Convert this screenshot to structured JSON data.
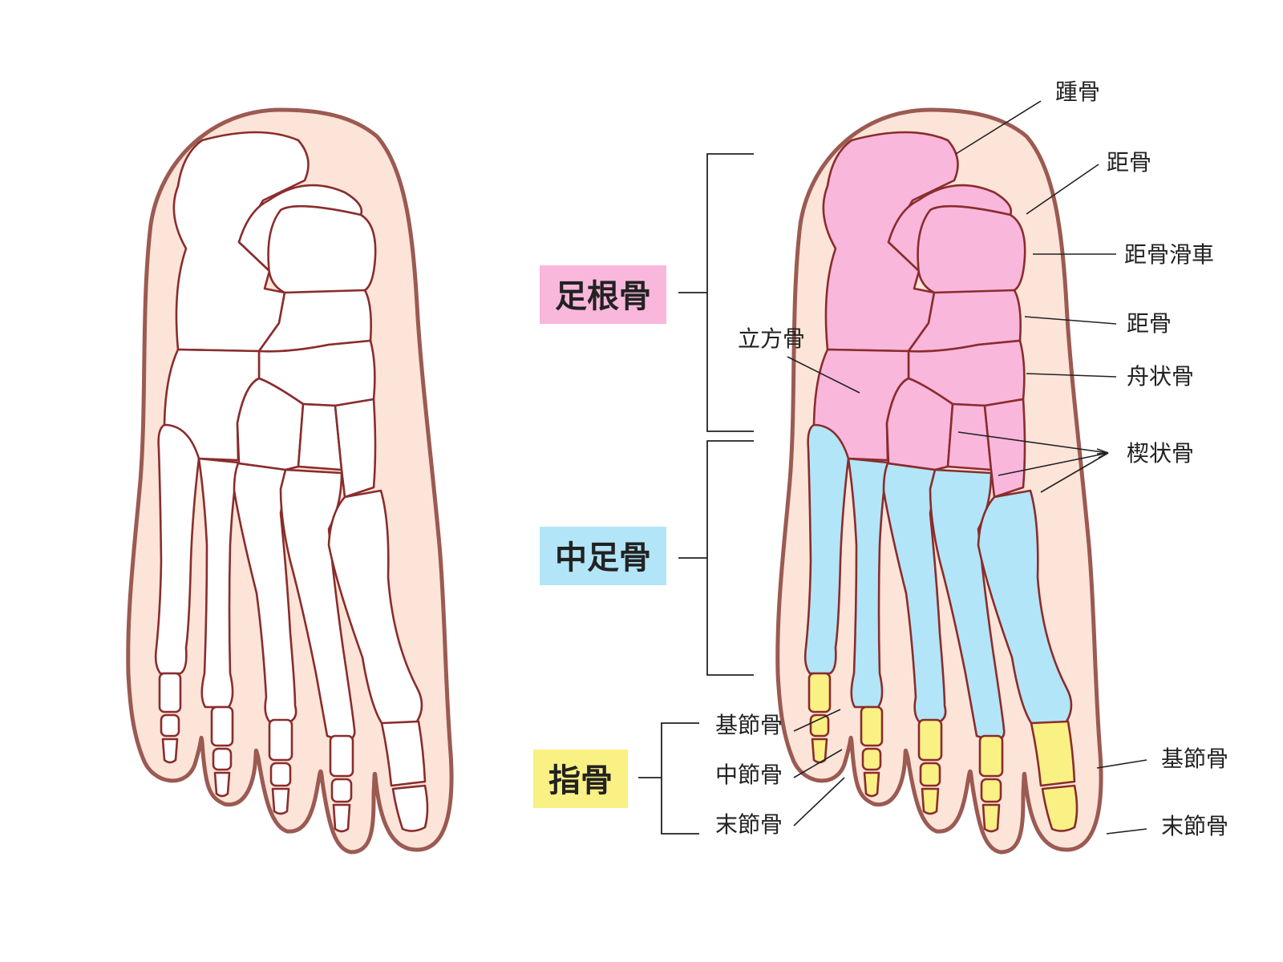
{
  "colors": {
    "skin": "#fde4d8",
    "skin_outline": "#9b5a52",
    "bone_outline": "#8a2c2c",
    "tarsal": "#f9b7dc",
    "metatarsal": "#b2e5f7",
    "phalanx": "#faf184"
  },
  "groups": {
    "tarsals": "足根骨",
    "metatarsals": "中足骨",
    "phalanges": "指骨"
  },
  "labels": {
    "calcaneus": "踵骨",
    "talus_top": "距骨",
    "trochlea": "距骨滑車",
    "talus_mid": "距骨",
    "cuboid": "立方骨",
    "navicular": "舟状骨",
    "cuneiform": "楔状骨",
    "proximal_left": "基節骨",
    "middle_left": "中節骨",
    "distal_left": "末節骨",
    "proximal_right": "基節骨",
    "distal_right": "末節骨"
  }
}
